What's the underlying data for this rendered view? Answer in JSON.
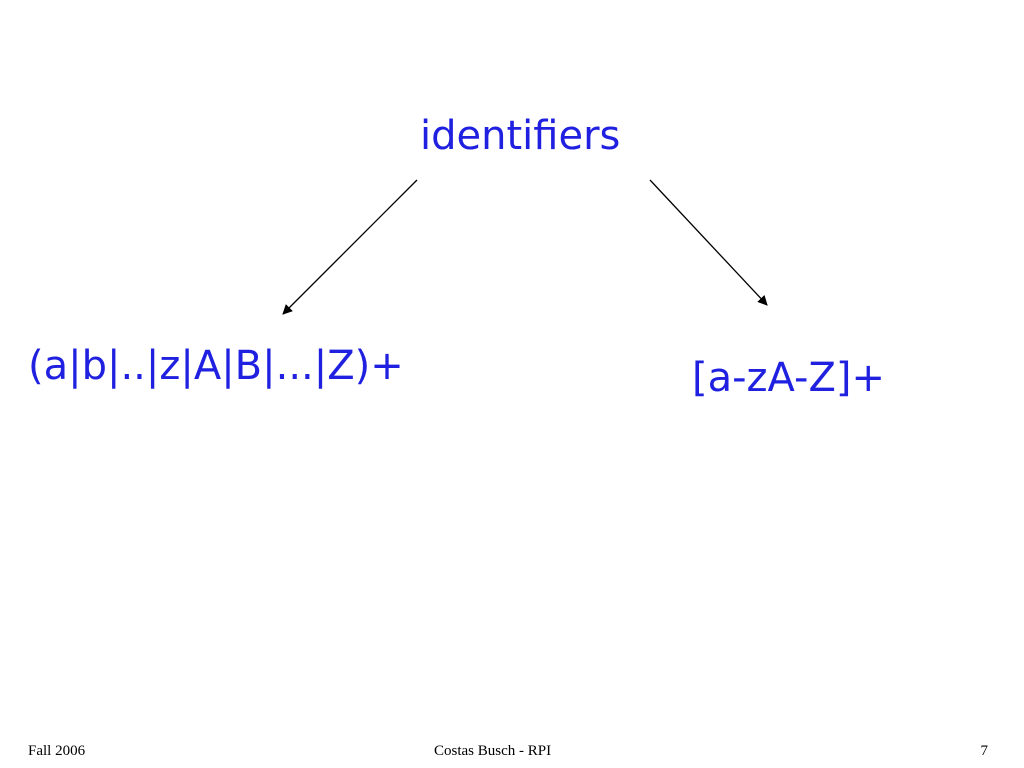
{
  "diagram": {
    "root": {
      "label": "identifiers"
    },
    "children": [
      {
        "label": "(a|b|..|z|A|B|...|Z)+"
      },
      {
        "label": "[a-zA-Z]+"
      }
    ],
    "text_color": "#2020e0",
    "edge_color": "#000000"
  },
  "footer": {
    "left": "Fall 2006",
    "center": "Costas Busch - RPI",
    "right": "7"
  }
}
